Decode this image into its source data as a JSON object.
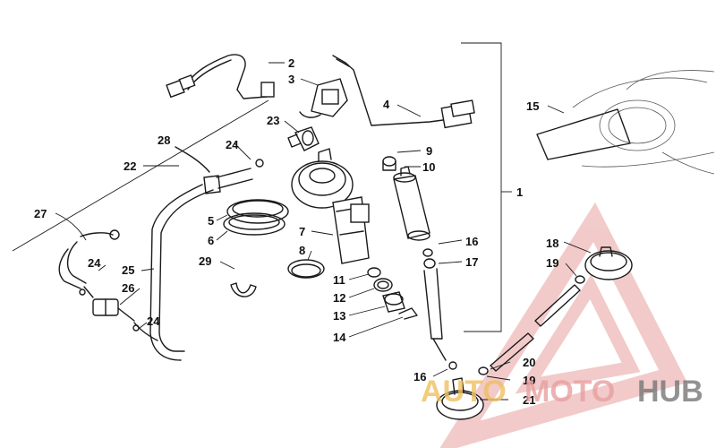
{
  "callouts": [
    {
      "id": "c1",
      "label": "1"
    },
    {
      "id": "c2",
      "label": "2"
    },
    {
      "id": "c3",
      "label": "3"
    },
    {
      "id": "c4",
      "label": "4"
    },
    {
      "id": "c5",
      "label": "5"
    },
    {
      "id": "c6",
      "label": "6"
    },
    {
      "id": "c7",
      "label": "7"
    },
    {
      "id": "c8",
      "label": "8"
    },
    {
      "id": "c9",
      "label": "9"
    },
    {
      "id": "c10",
      "label": "10"
    },
    {
      "id": "c11",
      "label": "11"
    },
    {
      "id": "c12",
      "label": "12"
    },
    {
      "id": "c13",
      "label": "13"
    },
    {
      "id": "c14",
      "label": "14"
    },
    {
      "id": "c15",
      "label": "15"
    },
    {
      "id": "c16a",
      "label": "16"
    },
    {
      "id": "c16b",
      "label": "16"
    },
    {
      "id": "c17",
      "label": "17"
    },
    {
      "id": "c18",
      "label": "18"
    },
    {
      "id": "c19a",
      "label": "19"
    },
    {
      "id": "c19b",
      "label": "19"
    },
    {
      "id": "c20",
      "label": "20"
    },
    {
      "id": "c21",
      "label": "21"
    },
    {
      "id": "c22",
      "label": "22"
    },
    {
      "id": "c23",
      "label": "23"
    },
    {
      "id": "c24a",
      "label": "24"
    },
    {
      "id": "c24b",
      "label": "24"
    },
    {
      "id": "c24c",
      "label": "24"
    },
    {
      "id": "c25",
      "label": "25"
    },
    {
      "id": "c26",
      "label": "26"
    },
    {
      "id": "c27",
      "label": "27"
    },
    {
      "id": "c28",
      "label": "28"
    },
    {
      "id": "c29",
      "label": "29"
    }
  ],
  "watermark": {
    "text_auto": "AUTO",
    "text_moto": "MOTO",
    "text_hub": "HUB",
    "color_primary": "#e8a0a0",
    "color_accent": "#f0c060",
    "color_dark": "#777777"
  }
}
